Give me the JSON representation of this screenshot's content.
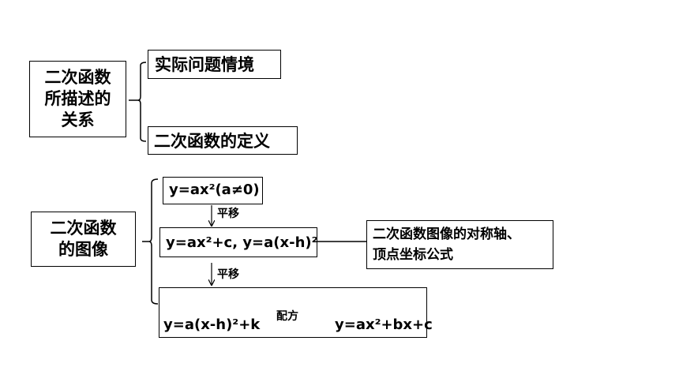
{
  "relation_group": {
    "title_lines": [
      "二次函数",
      "所描述的",
      "关系"
    ],
    "items": [
      "实际问题情境",
      "二次函数的定义"
    ]
  },
  "graph_group": {
    "title_lines": [
      "二次函数",
      "的图像"
    ],
    "formula_1": "y=ax²(a≠0)",
    "formula_2": "y=ax²+c, y=a(x-h)²",
    "formula_3_left": "y=a(x-h)²+k",
    "formula_3_right": "y=ax²+bx+c",
    "shift_label_1": "平移",
    "shift_label_2": "平移",
    "complete_square_label": "配方",
    "axis_vertex_lines": [
      "二次函数图像的对称轴、",
      "顶点坐标公式"
    ]
  }
}
